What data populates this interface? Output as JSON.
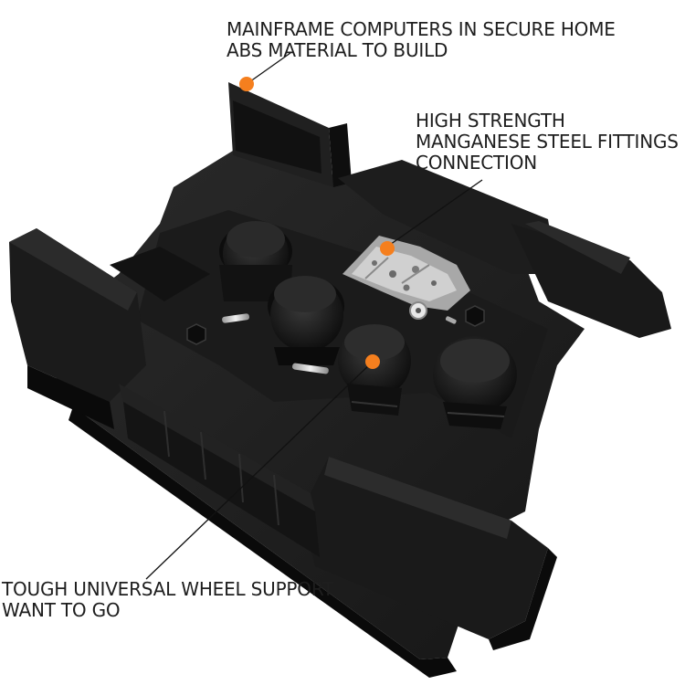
{
  "captions": {
    "housing": {
      "line1": "MAINFRAME COMPUTERS IN SECURE HOME",
      "line2": "ABS MATERIAL TO BUILD"
    },
    "fittings": {
      "line1": "HIGH STRENGTH",
      "line2": "MANGANESE STEEL FITTINGS",
      "line3": "CONNECTION"
    },
    "wheels": {
      "line1": "TOUGH UNIVERSAL WHEEL SUPPORT",
      "line2": "WANT TO GO"
    }
  },
  "colors": {
    "marker": "#f57f1e",
    "plastic": "#161616",
    "text": "#1e1e1e"
  }
}
